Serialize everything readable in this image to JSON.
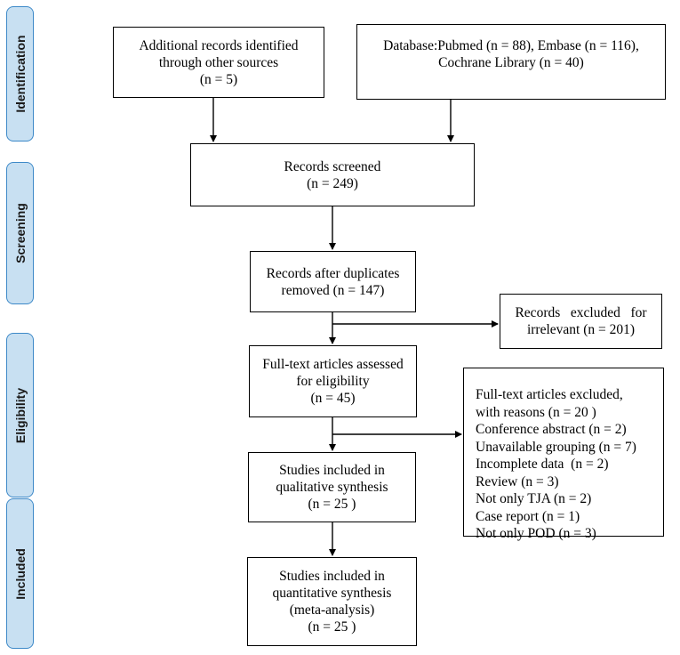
{
  "stages": {
    "identification": "Identification",
    "screening": "Screening",
    "eligibility": "Eligibility",
    "included": "Included"
  },
  "boxes": {
    "additional_records": [
      "Additional records identified",
      "through other sources",
      "(n = 5)"
    ],
    "database": [
      "Database:Pubmed (n = 88), Embase (n = 116),",
      "Cochrane Library (n = 40)"
    ],
    "records_screened": [
      "Records screened",
      "(n = 249)"
    ],
    "after_duplicates": [
      "Records after duplicates",
      "removed (n = 147)"
    ],
    "excluded_irrelevant": [
      "Records   excluded   for",
      "irrelevant (n = 201)"
    ],
    "fulltext_assessed": [
      "Full-text articles assessed",
      "for eligibility",
      "(n = 45)"
    ],
    "fulltext_excluded": [
      "Full-text articles excluded,",
      "with reasons (n = 20 )",
      "Conference abstract (n = 2)",
      "Unavailable grouping (n = 7)",
      "Incomplete data  (n = 2)",
      "Review (n = 3)",
      "Not only TJA (n = 2)",
      "Case report (n = 1)",
      "Not only POD (n = 3)"
    ],
    "qualitative": [
      "Studies included in",
      "qualitative synthesis",
      "(n = 25 )"
    ],
    "quantitative": [
      "Studies included in",
      "quantitative synthesis",
      "(meta-analysis)",
      "(n = 25 )"
    ]
  }
}
